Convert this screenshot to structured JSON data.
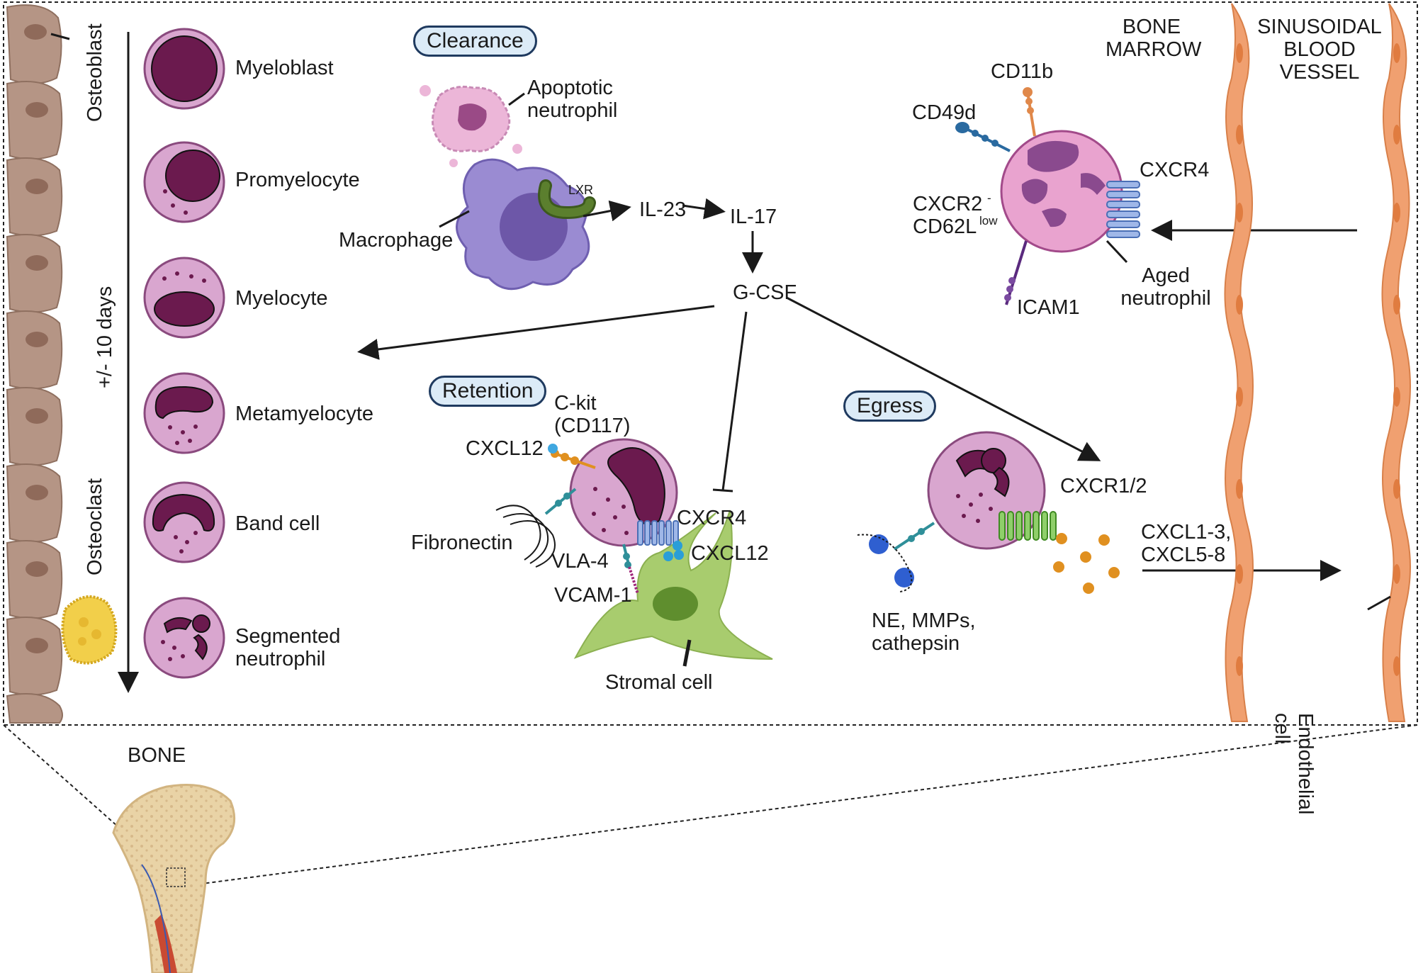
{
  "maturation": {
    "stages": [
      "Myeloblast",
      "Promyelocyte",
      "Myelocyte",
      "Metamyelocyte",
      "Band cell",
      "Segmented neutrophil"
    ],
    "time_label": "+/- 10 days",
    "osteoblast": "Osteoblast",
    "osteoclast": "Osteoclast"
  },
  "clearance": {
    "title": "Clearance",
    "apoptotic": "Apoptotic neutrophil",
    "macrophage": "Macrophage",
    "lxr": "LXR",
    "il23": "IL-23",
    "il17": "IL-17",
    "gcsf": "G-CSF"
  },
  "retention": {
    "title": "Retention",
    "ckit": "C-kit (CD117)",
    "cxcl12_a": "CXCL12",
    "fibronectin": "Fibronectin",
    "vla4": "VLA-4",
    "vcam1": "VCAM-1",
    "cxcr4": "CXCR4",
    "cxcl12_b": "CXCL12",
    "stromal": "Stromal cell"
  },
  "egress": {
    "title": "Egress",
    "cxcr12": "CXCR1/2",
    "proteases": "NE, MMPs, cathepsin",
    "chemokines": "CXCL1-3, CXCL5-8"
  },
  "aged": {
    "cd11b": "CD11b",
    "cd49d": "CD49d",
    "cxcr2": "CXCR2",
    "cxcr2_sup": "-",
    "cd62l": "CD62L",
    "cd62l_sup": "low",
    "icam1": "ICAM1",
    "cxcr4": "CXCR4",
    "aged_label": "Aged neutrophil"
  },
  "regions": {
    "bone_marrow": "BONE MARROW",
    "sinusoid": "SINUSOIDAL BLOOD VESSEL",
    "endothelial": "Endothelial cell",
    "bone": "BONE"
  },
  "colors": {
    "cell_fill": "#d9a6cf",
    "nucleus": "#6b1a4e",
    "macrophage": "#9a8bd2",
    "stromal": "#a8cc6e",
    "vessel": "#f0a070",
    "bone_cell": "#b59585",
    "receptor_blue": "#6b8fd1",
    "receptor_green": "#6fae3f",
    "chemokine": "#e09020",
    "tag_fill": "#dcebf7"
  }
}
